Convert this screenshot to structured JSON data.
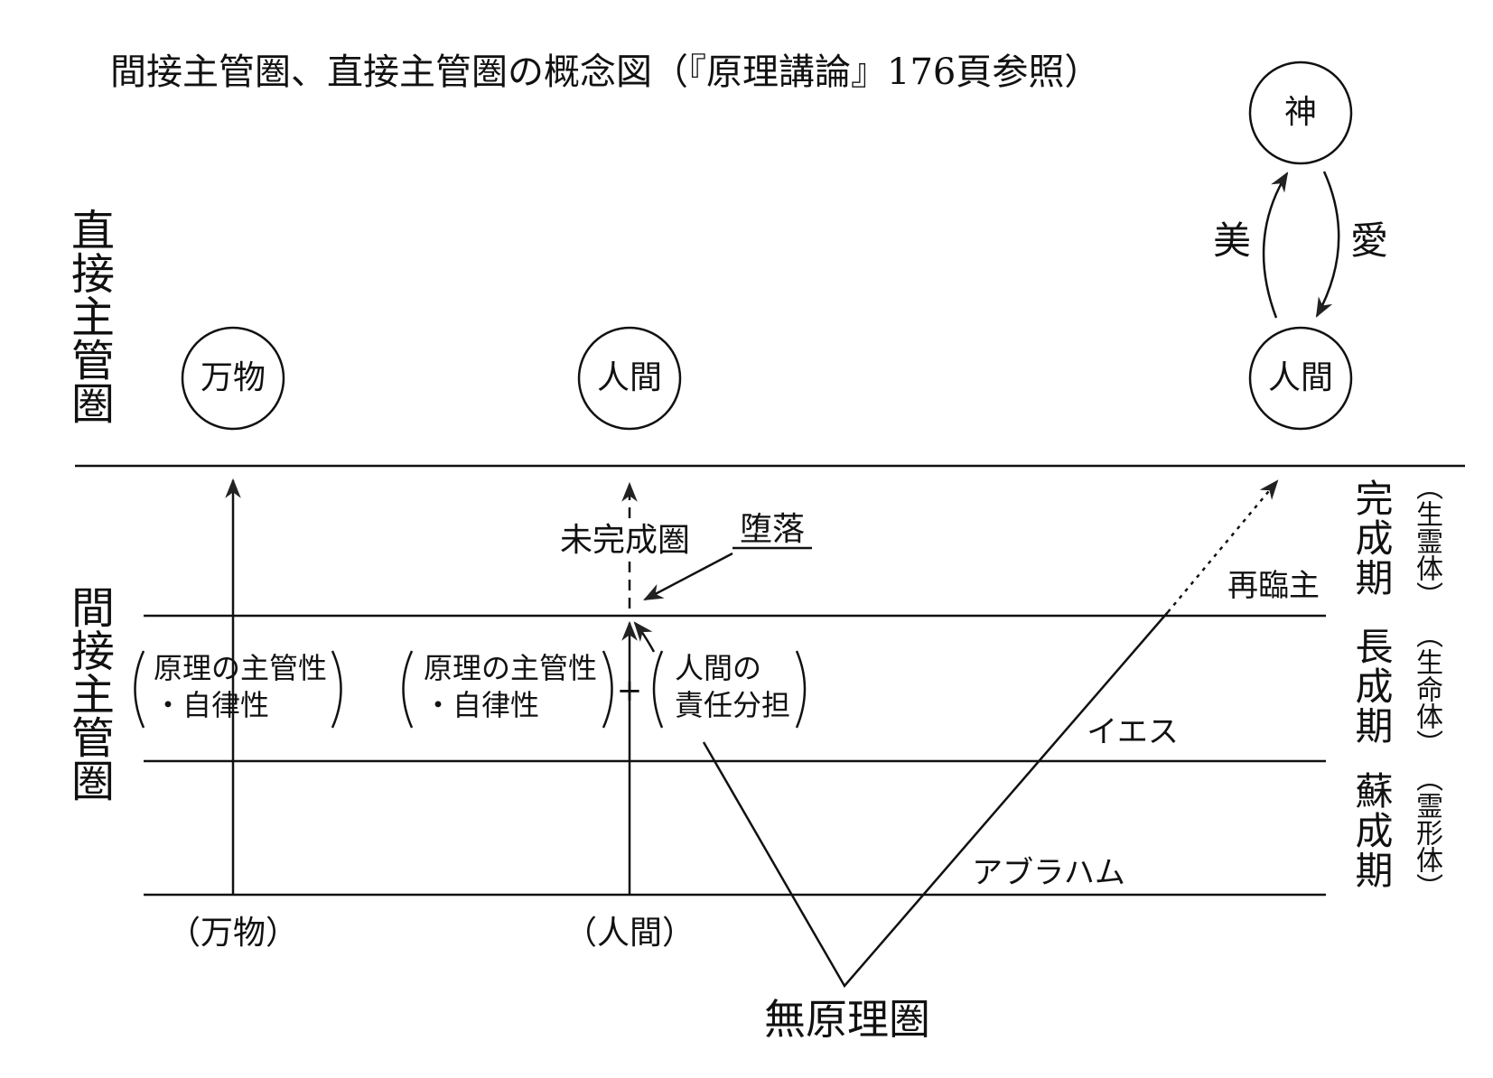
{
  "title": "間接主管圏、直接主管圏の概念図（『原理講論』176頁参照）",
  "left_labels": {
    "direct": "直接主管圏",
    "indirect": "間接主管圏"
  },
  "nodes": {
    "god": "神",
    "things": "万物",
    "human": "人間",
    "human_perfected": "人間"
  },
  "relations": {
    "beauty": "美",
    "love": "愛"
  },
  "zones": {
    "incomplete": "未完成圏",
    "fall": "堕落",
    "non_principle": "無原理圏"
  },
  "blocks": {
    "things_principle": [
      "原理の主管性",
      "・自律性"
    ],
    "human_principle": [
      "原理の主管性",
      "・自律性"
    ],
    "plus": "+",
    "human_responsibility": [
      "人間の",
      "責任分担"
    ]
  },
  "figures": {
    "second_advent": "再臨主",
    "jesus": "イエス",
    "abraham": "アブラハム"
  },
  "stages": [
    {
      "name": "完成期",
      "body": "（生霊体）"
    },
    {
      "name": "長成期",
      "body": "（生命体）"
    },
    {
      "name": "蘇成期",
      "body": "（霊形体）"
    }
  ],
  "bottom_labels": {
    "things": "（万物）",
    "human": "（人間）"
  }
}
